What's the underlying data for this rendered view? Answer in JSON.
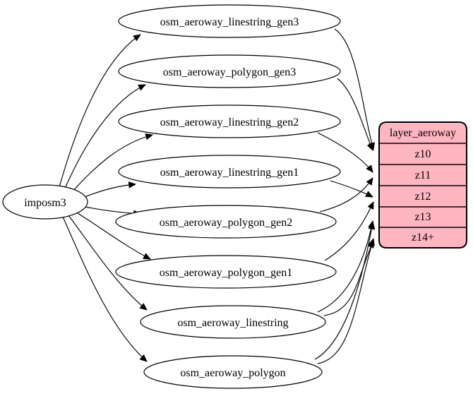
{
  "diagram": {
    "background": "#ffffff",
    "tool": {
      "label": "imposm3"
    },
    "tables": [
      {
        "label": "osm_aeroway_linestring_gen3"
      },
      {
        "label": "osm_aeroway_polygon_gen3"
      },
      {
        "label": "osm_aeroway_linestring_gen2"
      },
      {
        "label": "osm_aeroway_linestring_gen1"
      },
      {
        "label": "osm_aeroway_polygon_gen2"
      },
      {
        "label": "osm_aeroway_polygon_gen1"
      },
      {
        "label": "osm_aeroway_linestring"
      },
      {
        "label": "osm_aeroway_polygon"
      }
    ],
    "layer": {
      "title": "layer_aeroway",
      "rows": [
        "z10",
        "z11",
        "z12",
        "z13",
        "z14+"
      ],
      "fill_color": "#ffb6c1",
      "stroke_color": "#000000"
    },
    "edges": [
      {
        "from": "imposm3",
        "to": "osm_aeroway_linestring_gen3"
      },
      {
        "from": "imposm3",
        "to": "osm_aeroway_polygon_gen3"
      },
      {
        "from": "imposm3",
        "to": "osm_aeroway_linestring_gen2"
      },
      {
        "from": "imposm3",
        "to": "osm_aeroway_linestring_gen1"
      },
      {
        "from": "imposm3",
        "to": "osm_aeroway_polygon_gen2"
      },
      {
        "from": "imposm3",
        "to": "osm_aeroway_polygon_gen1"
      },
      {
        "from": "imposm3",
        "to": "osm_aeroway_linestring"
      },
      {
        "from": "imposm3",
        "to": "osm_aeroway_polygon"
      },
      {
        "from": "osm_aeroway_linestring_gen3",
        "to": "layer_aeroway:z10"
      },
      {
        "from": "osm_aeroway_polygon_gen3",
        "to": "layer_aeroway:z10"
      },
      {
        "from": "osm_aeroway_linestring_gen2",
        "to": "layer_aeroway:z11"
      },
      {
        "from": "osm_aeroway_polygon_gen2",
        "to": "layer_aeroway:z11"
      },
      {
        "from": "osm_aeroway_linestring_gen1",
        "to": "layer_aeroway:z12"
      },
      {
        "from": "osm_aeroway_polygon_gen1",
        "to": "layer_aeroway:z12"
      },
      {
        "from": "osm_aeroway_linestring",
        "to": "layer_aeroway:z13"
      },
      {
        "from": "osm_aeroway_polygon",
        "to": "layer_aeroway:z13"
      },
      {
        "from": "osm_aeroway_linestring",
        "to": "layer_aeroway:z14+"
      },
      {
        "from": "osm_aeroway_polygon",
        "to": "layer_aeroway:z14+"
      }
    ]
  }
}
